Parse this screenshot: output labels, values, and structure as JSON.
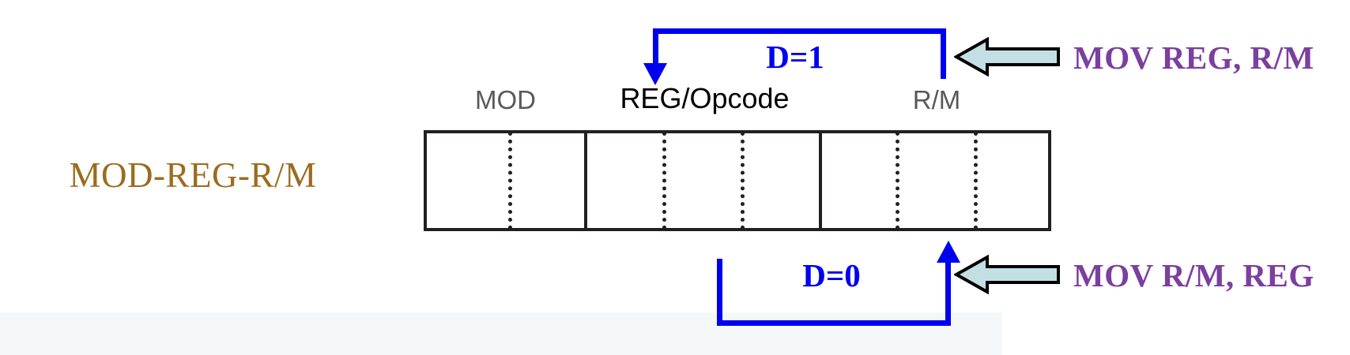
{
  "diagram": {
    "title": "MOD-REG-R/M",
    "left_caption": "MOD-REG-R/M",
    "colors": {
      "caption": "#9c6b1e",
      "bracket": "#0000f0",
      "mov_text": "#7b3f9e",
      "block_arrow_fill": "#c4dfe3",
      "block_arrow_stroke": "#000000",
      "box_border": "#231f20",
      "label_gray": "#595959",
      "label_black": "#000000"
    },
    "byte_fields": [
      {
        "name": "mod",
        "label": "MOD",
        "bits": 2,
        "label_color": "#595959"
      },
      {
        "name": "reg",
        "label": "REG/Opcode",
        "bits": 3,
        "label_color": "#000000"
      },
      {
        "name": "rm",
        "label": "R/M",
        "bits": 3,
        "label_color": "#595959"
      }
    ],
    "annotations": [
      {
        "id": "top",
        "direction_bit": "D=1",
        "instruction": "MOV REG, R/M",
        "source_field": "rm",
        "dest_field": "reg",
        "arrow_icon": "left-block-arrow"
      },
      {
        "id": "bottom",
        "direction_bit": "D=0",
        "instruction": "MOV R/M, REG",
        "source_field": "reg",
        "dest_field": "rm",
        "arrow_icon": "left-block-arrow"
      }
    ]
  }
}
